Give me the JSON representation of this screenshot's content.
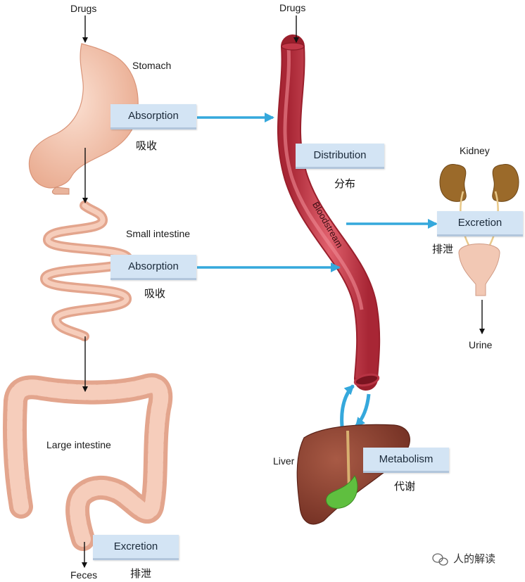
{
  "labels": {
    "drugs_left": "Drugs",
    "drugs_right": "Drugs",
    "stomach": "Stomach",
    "small_intestine": "Small intestine",
    "large_intestine": "Large intestine",
    "feces": "Feces",
    "kidney": "Kidney",
    "urine": "Urine",
    "liver": "Liver",
    "bloodstream": "Bloodstream"
  },
  "boxes": {
    "absorption_stomach": "Absorption",
    "absorption_intestine": "Absorption",
    "distribution": "Distribution",
    "excretion_kidney": "Excretion",
    "metabolism": "Metabolism",
    "excretion_feces": "Excretion"
  },
  "chinese": {
    "absorption_stomach": "吸收",
    "absorption_intestine": "吸收",
    "distribution": "分布",
    "excretion_kidney": "排泄",
    "metabolism": "代谢",
    "excretion_feces": "排泄"
  },
  "watermark": "人的解读",
  "colors": {
    "arrow_blue": "#35a8dc",
    "vessel_red": "#cf4150",
    "box_fill": "#d3e4f4"
  }
}
